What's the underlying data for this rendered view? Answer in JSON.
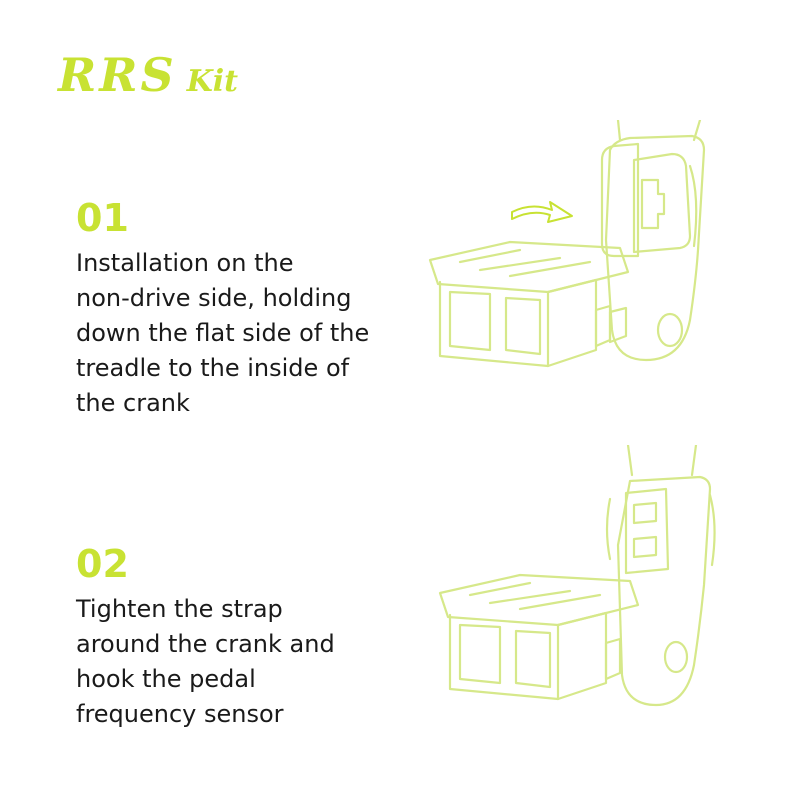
{
  "brand": {
    "name": "RRS",
    "suffix": "Kit",
    "color": "#c8e233"
  },
  "steps": [
    {
      "number": "01",
      "lines": [
        "Installation on the",
        "non-drive side, holding",
        "down the flat side of the",
        "treadle to the inside of",
        "the crank"
      ]
    },
    {
      "number": "02",
      "lines": [
        "Tighten the strap",
        "around the crank and",
        "hook the pedal",
        "frequency sensor"
      ]
    }
  ],
  "colors": {
    "accent": "#c8e233",
    "text": "#1a1a1a",
    "line_art": "#d6e88a"
  }
}
